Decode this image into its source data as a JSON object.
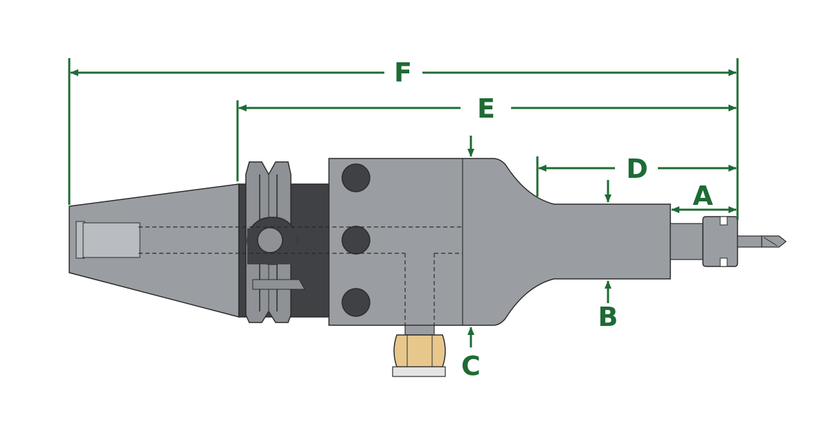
{
  "colors": {
    "dimension": "#1e6b34",
    "body_gray": "#9a9da1",
    "dark_gray": "#3f4144",
    "outline": "#2b2b2b",
    "hex_nut": "#e8c78c",
    "washer": "#e4e4e4",
    "background": "#ffffff"
  },
  "dimensions": {
    "F": "F",
    "E": "E",
    "D": "D",
    "A": "A",
    "B": "B",
    "C": "C"
  }
}
